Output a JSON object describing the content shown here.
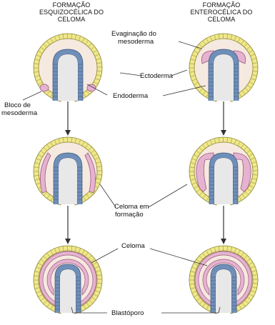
{
  "headers": {
    "schizo": [
      "FORMAÇÃO",
      "ESQUIZOCÉLICA DO",
      "CELOMA"
    ],
    "entero": [
      "FORMAÇÃO",
      "ENTEROCÉLICA DO",
      "CELOMA"
    ]
  },
  "labels": {
    "evaginacao_line1": "Evaginação do",
    "evaginacao_line2": "mesoderma",
    "ectoderma": "Ectoderma",
    "endoderma": "Endoderma",
    "bloco_line1": "Bloco de",
    "bloco_line2": "mesoderma",
    "celoma_formacao_line1": "Celoma em",
    "celoma_formacao_line2": "formação",
    "celoma": "Celoma",
    "blastoporo": "Blastóporo"
  },
  "colors": {
    "ectoderm": "#efe78a",
    "ectoderm_stroke": "#8a8530",
    "endoderm": "#6f8fb8",
    "endoderm_stroke": "#3d5680",
    "mesoderm": "#e5b3cf",
    "mesoderm_stroke": "#9a5a7e",
    "blastocoel": "#f6e9e0",
    "archenteron": "#e8e8e8"
  }
}
